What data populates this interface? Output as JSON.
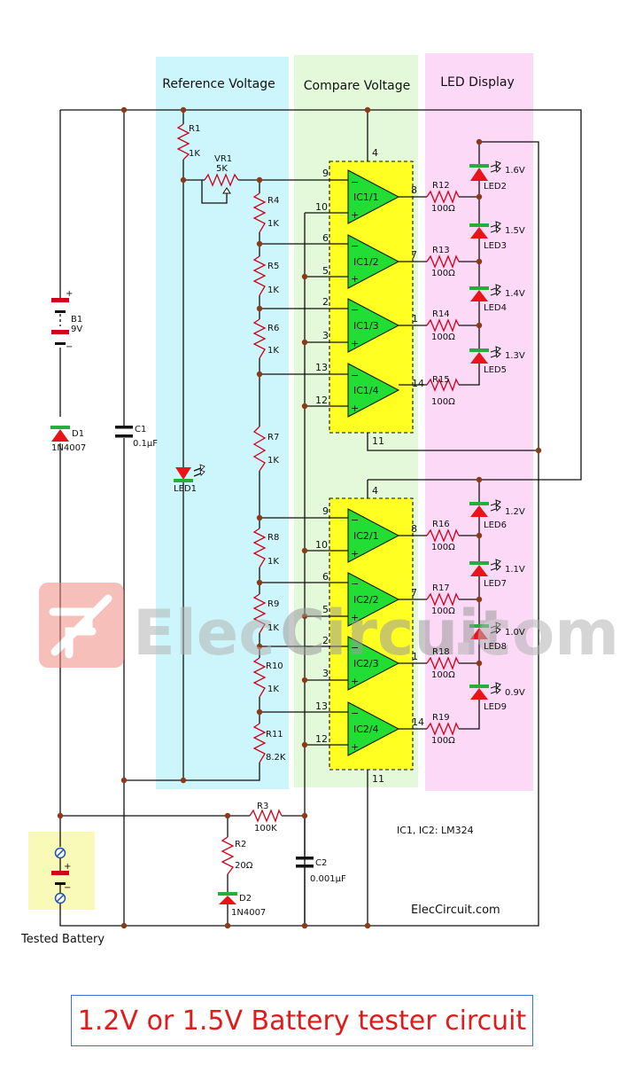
{
  "sections": {
    "reference": "Reference Voltage",
    "compare": "Compare Voltage",
    "led_display": "LED Display"
  },
  "colors": {
    "reference_bg": "#ccf6fb",
    "compare_bg": "#e3f9d9",
    "led_bg": "#fcd9f7",
    "chip_fill": "#ffff22",
    "opamp_fill": "#22dd33",
    "resistor": "#d0021b",
    "led_red": "#e8141a",
    "led_green": "#27ae3a",
    "title_text": "#e01b1b",
    "title_border": "#3b6fd8",
    "battery_bg": "#fafab8"
  },
  "components": {
    "b1": {
      "ref": "B1",
      "value": "9V",
      "plus": "+",
      "minus": "−"
    },
    "d1": {
      "ref": "D1",
      "value": "1N4007"
    },
    "c1": {
      "ref": "C1",
      "value": "0.1µF"
    },
    "r1": {
      "ref": "R1",
      "value": "1K"
    },
    "vr1": {
      "ref": "VR1",
      "value": "5K"
    },
    "led1": {
      "ref": "LED1"
    },
    "r4": {
      "ref": "R4",
      "value": "1K"
    },
    "r5": {
      "ref": "R5",
      "value": "1K"
    },
    "r6": {
      "ref": "R6",
      "value": "1K"
    },
    "r7": {
      "ref": "R7",
      "value": "1K"
    },
    "r8": {
      "ref": "R8",
      "value": "1K"
    },
    "r9": {
      "ref": "R9",
      "value": "1K"
    },
    "r10": {
      "ref": "R10",
      "value": "1K"
    },
    "r11": {
      "ref": "R11",
      "value": "8.2K"
    },
    "r3": {
      "ref": "R3",
      "value": "100K"
    },
    "r2": {
      "ref": "R2",
      "value": "20Ω"
    },
    "d2": {
      "ref": "D2",
      "value": "1N4007"
    },
    "c2": {
      "ref": "C2",
      "value": "0.001µF"
    }
  },
  "ic1": {
    "pin_top": "4",
    "pin_bottom": "11",
    "opamps": [
      {
        "label": "IC1/1",
        "neg": "9",
        "pos": "10",
        "out": "8",
        "r_ref": "R12",
        "r_val": "100Ω",
        "led": "LED2",
        "voltage": "1.6V"
      },
      {
        "label": "IC1/2",
        "neg": "6",
        "pos": "5",
        "out": "7",
        "r_ref": "R13",
        "r_val": "100Ω",
        "led": "LED3",
        "voltage": "1.5V"
      },
      {
        "label": "IC1/3",
        "neg": "2",
        "pos": "3",
        "out": "1",
        "r_ref": "R14",
        "r_val": "100Ω",
        "led": "LED4",
        "voltage": "1.4V"
      },
      {
        "label": "IC1/4",
        "neg": "13",
        "pos": "12",
        "out": "14",
        "r_ref": "R15",
        "r_val": "100Ω",
        "led": "LED5",
        "voltage": "1.3V"
      }
    ]
  },
  "ic2": {
    "pin_top": "4",
    "pin_bottom": "11",
    "opamps": [
      {
        "label": "IC2/1",
        "neg": "9",
        "pos": "10",
        "out": "8",
        "r_ref": "R16",
        "r_val": "100Ω",
        "led": "LED6",
        "voltage": "1.2V"
      },
      {
        "label": "IC2/2",
        "neg": "6",
        "pos": "5",
        "out": "7",
        "r_ref": "R17",
        "r_val": "100Ω",
        "led": "LED7",
        "voltage": "1.1V"
      },
      {
        "label": "IC2/3",
        "neg": "2",
        "pos": "3",
        "out": "1",
        "r_ref": "R18",
        "r_val": "100Ω",
        "led": "LED8",
        "voltage": "1.0V"
      },
      {
        "label": "IC2/4",
        "neg": "13",
        "pos": "12",
        "out": "14",
        "r_ref": "R19",
        "r_val": "100Ω",
        "led": "LED9",
        "voltage": "0.9V"
      }
    ]
  },
  "opamp_signs": {
    "neg": "−",
    "pos": "+"
  },
  "notes": {
    "ic_type": "IC1, IC2: LM324",
    "site": "ElecCircuit.com",
    "tested_battery": "Tested Battery",
    "tested_plus": "+",
    "tested_minus": "−"
  },
  "watermark": {
    "elec": "Elec",
    "circuit": "Circuit",
    "com": ".com"
  },
  "title": "1.2V or 1.5V Battery tester circuit"
}
